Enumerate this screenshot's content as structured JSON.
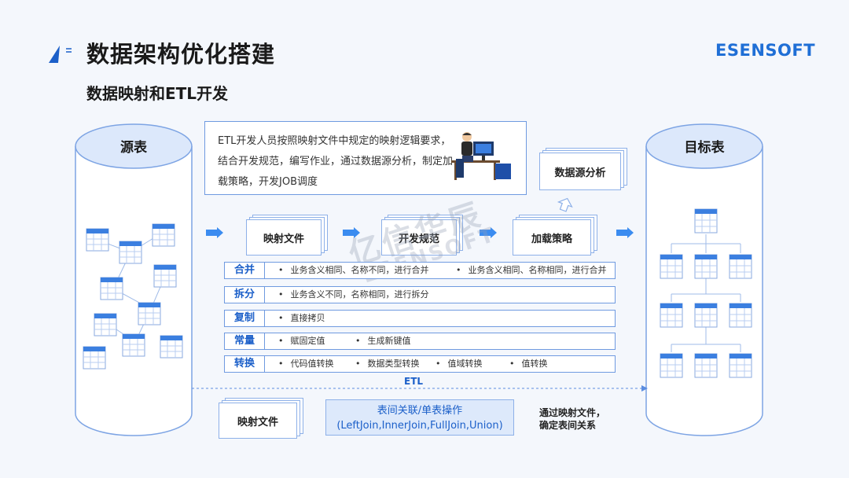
{
  "header": {
    "title": "数据架构优化搭建",
    "subtitle": "数据映射和ETL开发",
    "brand": "ESENSOFT"
  },
  "source_table": {
    "label": "源表"
  },
  "target_table": {
    "label": "目标表"
  },
  "description": "ETL开发人员按照映射文件中规定的映射逻辑要求，结合开发规范，编写作业，通过数据源分析，制定加载策略，开发JOB调度",
  "flow_docs": {
    "data_source_analysis": "数据源分析",
    "mapping_file": "映射文件",
    "dev_spec": "开发规范",
    "load_strategy": "加载策略"
  },
  "operations": [
    {
      "tag": "合并",
      "items": [
        "业务含义相同、名称不同，进行合并",
        "业务含义相同、名称相同，进行合并"
      ]
    },
    {
      "tag": "拆分",
      "items": [
        "业务含义不同，名称相同，进行拆分"
      ]
    },
    {
      "tag": "复制",
      "items": [
        "直接拷贝"
      ]
    },
    {
      "tag": "常量",
      "items": [
        "赋固定值",
        "生成新键值"
      ]
    },
    {
      "tag": "转换",
      "items": [
        "代码值转换",
        "数据类型转换",
        "值域转换",
        "值转换"
      ]
    }
  ],
  "etl_label": "ETL",
  "bottom": {
    "mapping_file": "映射文件",
    "join_line1": "表间关联/单表操作",
    "join_line2": "(LeftJoin,InnerJoin,FullJoin,Union)",
    "note_line1": "通过映射文件，",
    "note_line2": "确定表间关系"
  },
  "watermark": {
    "line1": "亿信华辰",
    "line2": "ESENSOFT"
  },
  "colors": {
    "accent": "#1b5fc9",
    "border": "#6f9ae0",
    "brand": "#1f6fd6",
    "cylinder": "#dce8fb"
  }
}
